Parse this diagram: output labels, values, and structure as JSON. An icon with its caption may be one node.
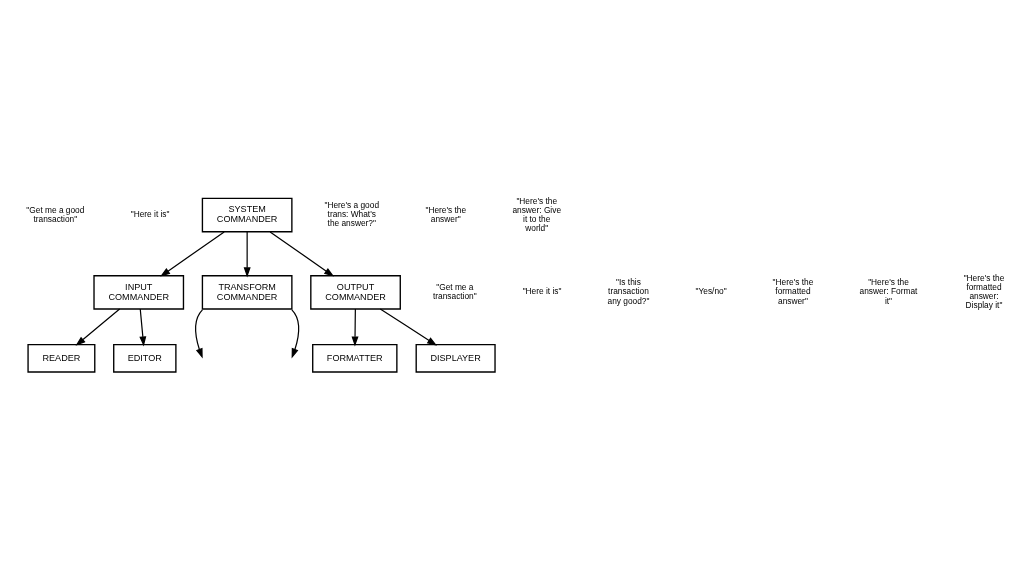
{
  "diagram": {
    "nodes": [
      {
        "text": [
          "SYSTEM COMMANDER"
        ]
      },
      {
        "text": [
          "INPUT COMMANDER"
        ]
      },
      {
        "text": [
          "TRANSFORM COMMANDER"
        ]
      },
      {
        "text": [
          "OUTPUT COMMANDER"
        ]
      },
      {
        "text": [
          "READER"
        ]
      },
      {
        "text": [
          "EDITOR"
        ]
      },
      {
        "text": [
          "FORMATTER"
        ]
      },
      {
        "text": [
          "DISPLAYER"
        ]
      }
    ],
    "edges": [
      {
        "from": 0,
        "to": 1,
        "arrow": "to"
      },
      {
        "from": 0,
        "to": 2,
        "arrow": "to"
      },
      {
        "from": 0,
        "to": 3,
        "arrow": "to"
      },
      {
        "from": 1,
        "to": 4,
        "arrow": "to"
      },
      {
        "from": 1,
        "to": 5,
        "arrow": "to"
      },
      {
        "from": 2,
        "to": null,
        "arrow": "to"
      },
      {
        "from": 2,
        "to": null,
        "arrow": "to"
      },
      {
        "from": 3,
        "to": 6,
        "arrow": "to"
      },
      {
        "from": 3,
        "to": 7,
        "arrow": "to"
      }
    ],
    "labels": [
      "\"Get me a good transaction\"",
      "\"Here it is\"",
      "\"Here's a good trans: What's the answer?\"",
      "\"Here's the answer\"",
      "\"Here's the answer: Give it to the world\"",
      "\"Get me a transaction\"",
      "\"Here it is\"",
      "\"Is this transaction any good?\"",
      "\"Yes/no\"",
      "\"Here's the formatted answer\"",
      "\"Here's the answer: Format it\"",
      "\"Here's the formatted answer: Display it\""
    ]
  }
}
